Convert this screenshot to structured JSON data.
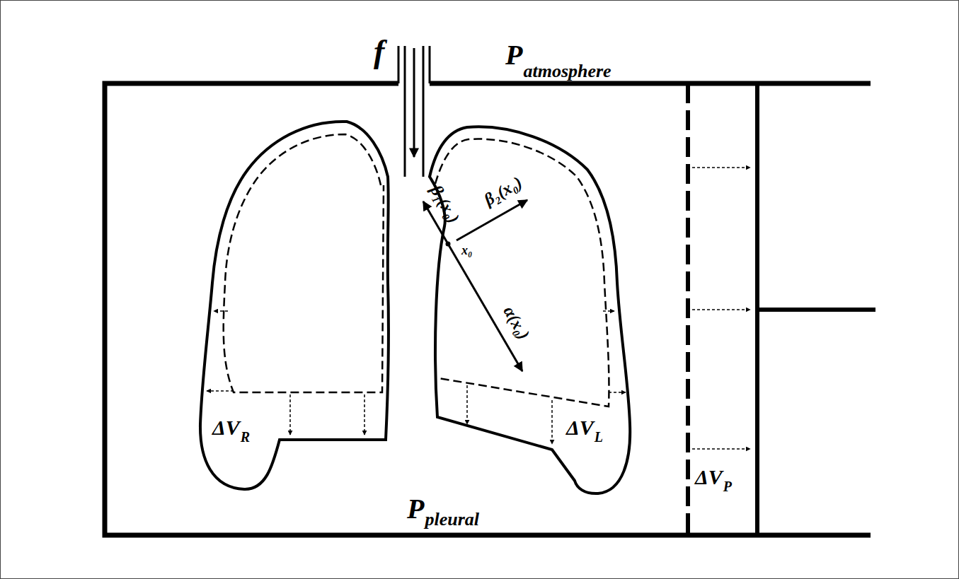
{
  "diagram": {
    "labels": [
      "f",
      "P",
      "atmosphere",
      "β₁(x₀)",
      "β₂(x₀)",
      "x₀",
      "α(x₀)",
      "ΔV",
      "R",
      "ΔV",
      "L",
      "P",
      "pleural",
      "ΔV",
      "P"
    ]
  }
}
